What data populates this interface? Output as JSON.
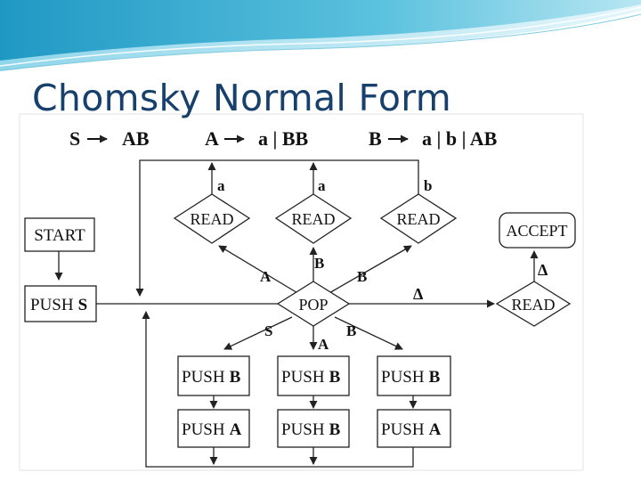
{
  "slide": {
    "title": "Chomsky Normal Form"
  },
  "grammar": {
    "rule_s": {
      "lhs": "S",
      "rhs": "AB"
    },
    "rule_a": {
      "lhs": "A",
      "rhs": "a | BB"
    },
    "rule_b": {
      "lhs": "B",
      "rhs": "a | b | AB"
    }
  },
  "flowchart": {
    "nodes": {
      "start": "START",
      "push_s_prefix": "PUSH",
      "push_s_symbol": "S",
      "pop": "POP",
      "read_1": "READ",
      "read_2": "READ",
      "read_3": "READ",
      "read_final": "READ",
      "accept": "ACCEPT",
      "push_b_1_prefix": "PUSH",
      "push_b_1_symbol": "B",
      "push_b_2_prefix": "PUSH",
      "push_b_2_symbol": "B",
      "push_b_3_prefix": "PUSH",
      "push_b_3_symbol": "B",
      "push_a_1_prefix": "PUSH",
      "push_a_1_symbol": "A",
      "push_b_4_prefix": "PUSH",
      "push_b_4_symbol": "B",
      "push_a_2_prefix": "PUSH",
      "push_a_2_symbol": "A"
    },
    "edge_labels": {
      "read_1_out": "a",
      "read_2_out": "a",
      "read_3_out": "b",
      "pop_to_read_1": "A",
      "pop_to_read_2": "B",
      "pop_to_read_3": "B",
      "pop_to_read_final": "Δ",
      "read_final_to_accept": "Δ",
      "pop_to_push_left": "S",
      "pop_to_push_middle": "A",
      "pop_to_push_right": "B"
    }
  }
}
